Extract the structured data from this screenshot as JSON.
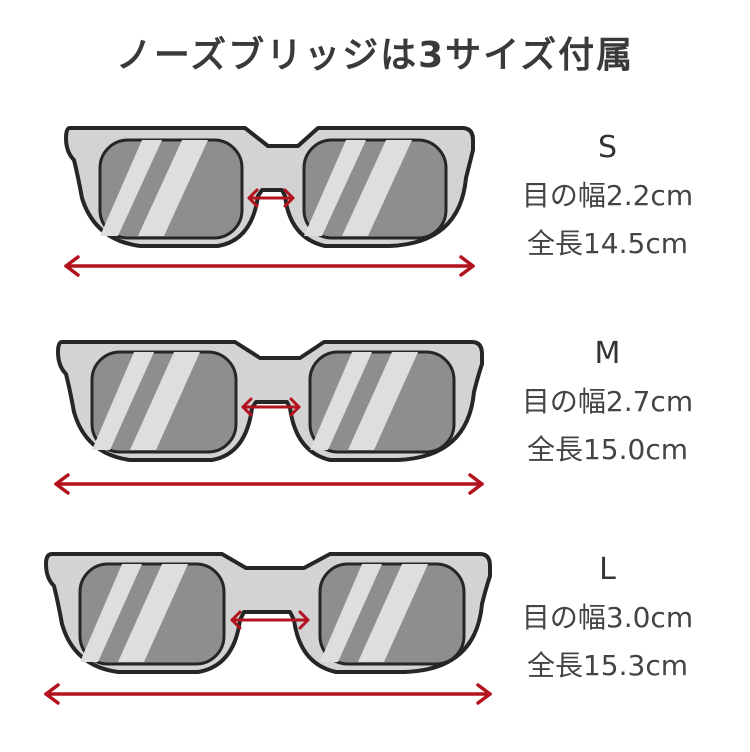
{
  "title": "ノーズブリッジは3サイズ付属",
  "colors": {
    "arrow": "#b3121f",
    "frame": "#d3d3d3",
    "outline": "#262626",
    "lens": "#8e8e8e",
    "highlight": "#dedede"
  },
  "sizes": [
    {
      "label": "S",
      "bridge_width": "目の幅2.2cm",
      "total_length": "全長14.5cm"
    },
    {
      "label": "M",
      "bridge_width": "目の幅2.7cm",
      "total_length": "全長15.0cm"
    },
    {
      "label": "L",
      "bridge_width": "目の幅3.0cm",
      "total_length": "全長15.3cm"
    }
  ]
}
